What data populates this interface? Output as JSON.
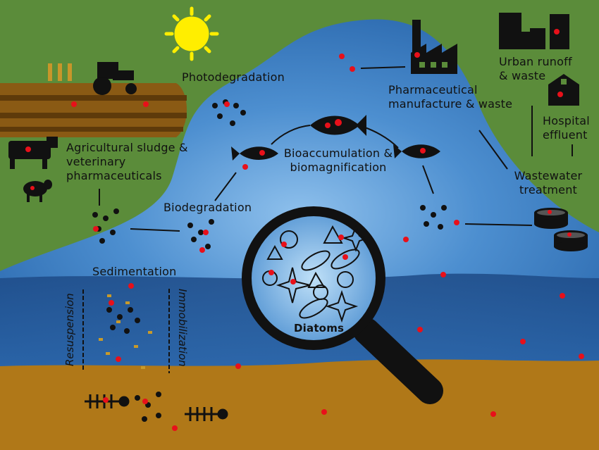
{
  "labels": {
    "photodegradation": "Photodegradation",
    "pharma_line1": "Pharmaceutical",
    "pharma_line2": "manufacture & waste",
    "urban_line1": "Urban runoff",
    "urban_line2": "& waste",
    "hospital_line1": "Hospital",
    "hospital_line2": "effluent",
    "wastewater_line1": "Wastewater",
    "wastewater_line2": "treatment",
    "agri_line1": "Agricultural sludge &",
    "agri_line2": "veterinary",
    "agri_line3": "pharmaceuticals",
    "bioacc_line1": "Bioaccumulation &",
    "bioacc_line2": "biomagnification",
    "biodegradation": "Biodegradation",
    "sedimentation": "Sedimentation",
    "resuspension": "Resuspension",
    "immobilization": "Immobilization",
    "diatoms": "Diatoms"
  },
  "colors": {
    "land": "#5b8c3a",
    "water_light": "#4d8fd0",
    "water_dark": "#1f4f8f",
    "sediment": "#b07818",
    "pollutant": "#e8101a",
    "sun": "#ffee00"
  }
}
